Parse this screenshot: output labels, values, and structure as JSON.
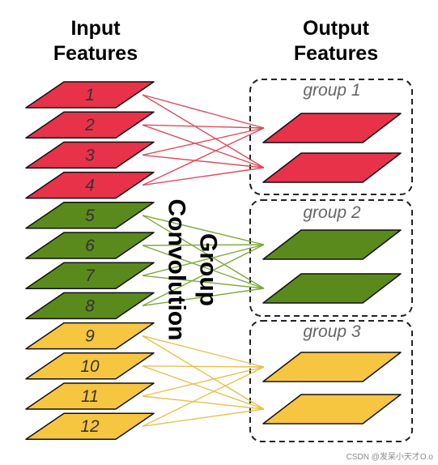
{
  "headings": {
    "input": [
      "Input",
      "Features"
    ],
    "output": [
      "Output",
      "Features"
    ]
  },
  "center_label": [
    "Group",
    "Convolution"
  ],
  "colors": {
    "red": "#e8324a",
    "green": "#5a8a1c",
    "yellow": "#f7c640",
    "red_line": "#d94f5e",
    "green_line": "#7fa83a",
    "yellow_line": "#e5c24c",
    "outline": "#111111",
    "dash_box": "#222222"
  },
  "input_layers": [
    {
      "label": "1",
      "color": "red"
    },
    {
      "label": "2",
      "color": "red"
    },
    {
      "label": "3",
      "color": "red"
    },
    {
      "label": "4",
      "color": "red"
    },
    {
      "label": "5",
      "color": "green"
    },
    {
      "label": "6",
      "color": "green"
    },
    {
      "label": "7",
      "color": "green"
    },
    {
      "label": "8",
      "color": "green"
    },
    {
      "label": "9",
      "color": "yellow"
    },
    {
      "label": "10",
      "color": "yellow"
    },
    {
      "label": "11",
      "color": "yellow"
    },
    {
      "label": "12",
      "color": "yellow"
    }
  ],
  "groups": [
    {
      "label": "group 1",
      "color": "red",
      "inputs": [
        0,
        1,
        2,
        3
      ]
    },
    {
      "label": "group 2",
      "color": "green",
      "inputs": [
        4,
        5,
        6,
        7
      ]
    },
    {
      "label": "group 3",
      "color": "yellow",
      "inputs": [
        8,
        9,
        10,
        11
      ]
    }
  ],
  "watermark": "CSDN @发呆小天才O.o"
}
